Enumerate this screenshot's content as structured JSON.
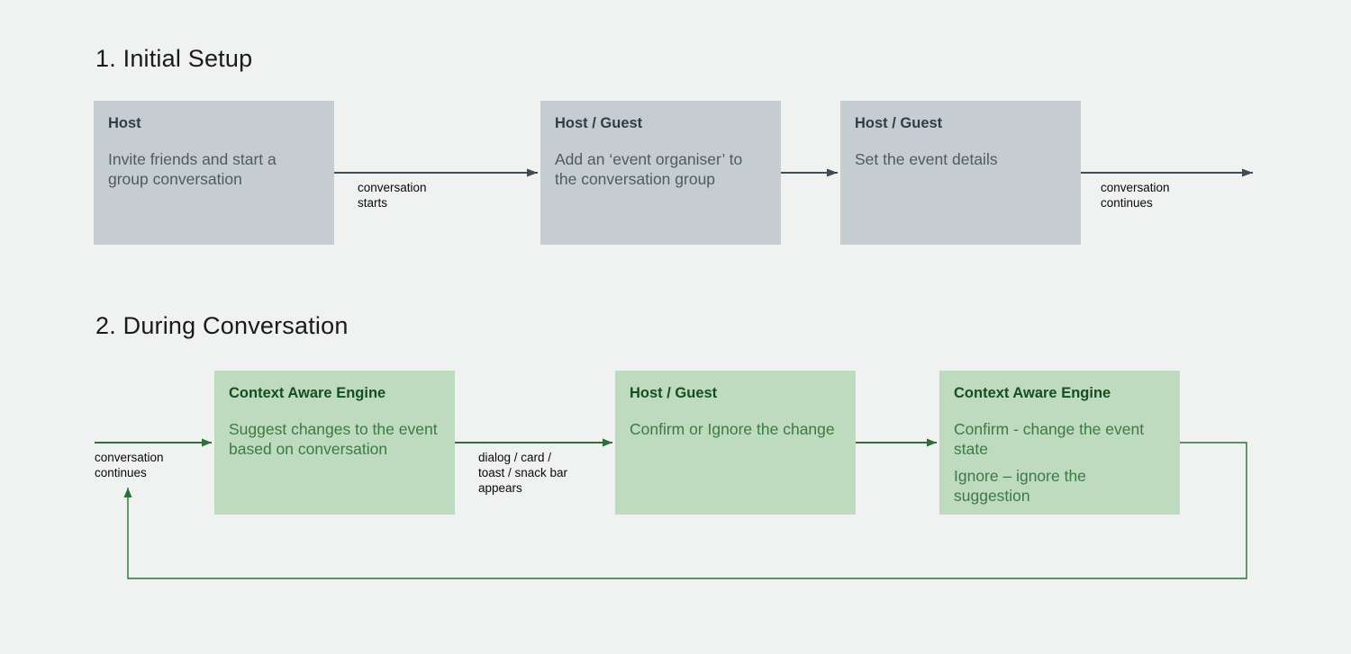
{
  "colors": {
    "background": "#f0f1f1",
    "box_gray_fill": "#c6cdd1",
    "box_gray_header_text": "#2c3e4a",
    "box_gray_body_text": "#4e5b64",
    "arrow_gray": "#3d4c57",
    "box_green_fill": "#bedabf",
    "box_green_header_text": "#13501e",
    "box_green_body_text": "#3c7a45",
    "arrow_green": "#2e6f37",
    "label_text": "#0a0a0a",
    "heading_text": "#1a1a1a"
  },
  "sections": [
    {
      "title": "1. Initial Setup",
      "boxes": [
        {
          "header": "Host",
          "body": "Invite friends and start a\ngroup conversation"
        },
        {
          "header": "Host / Guest",
          "body": "Add an ‘event organiser’ to\nthe conversation group"
        },
        {
          "header": "Host / Guest",
          "body": "Set the event details"
        }
      ],
      "arrow_labels": [
        "conversation\nstarts",
        "conversation\ncontinues"
      ]
    },
    {
      "title": "2. During Conversation",
      "boxes": [
        {
          "header": "Context Aware Engine",
          "body": "Suggest changes to the event\nbased on conversation"
        },
        {
          "header": "Host / Guest",
          "body": "Confirm or Ignore the change"
        },
        {
          "header": "Context Aware Engine",
          "body": "Confirm - change the event\nstate",
          "body2": "Ignore – ignore the\nsuggestion"
        }
      ],
      "arrow_labels": [
        "conversation\ncontinues",
        "dialog / card /\ntoast / snack bar\nappears"
      ]
    }
  ]
}
